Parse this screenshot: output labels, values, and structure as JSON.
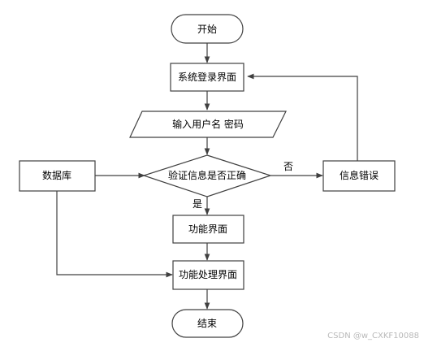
{
  "nodes": {
    "start": "开始",
    "login": "系统登录界面",
    "input": "输入用户名 密码",
    "verify": "验证信息是否正确",
    "db": "数据库",
    "error": "信息错误",
    "func": "功能界面",
    "func_proc": "功能处理界面",
    "end": "结束"
  },
  "edge_labels": {
    "no": "否",
    "yes": "是"
  },
  "watermark": "CSDN @w_CXKF10088"
}
